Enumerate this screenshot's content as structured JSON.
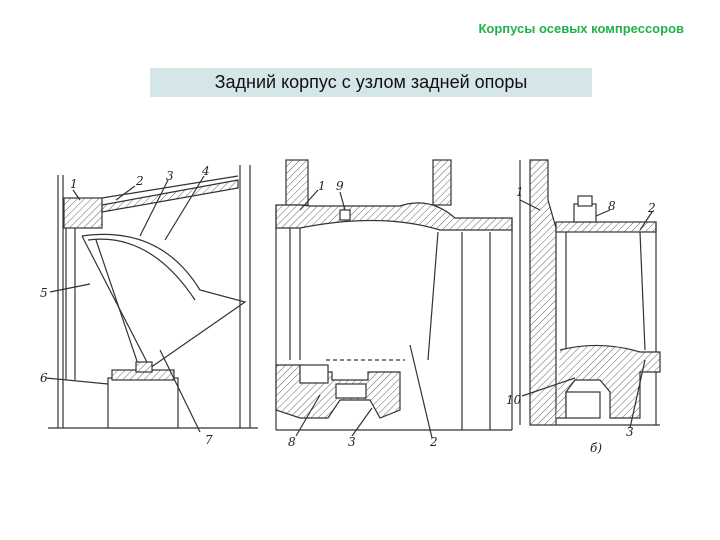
{
  "header": {
    "subject": "Корпусы осевых компрессоров"
  },
  "title": "Задний корпус с узлом задней опоры",
  "figure": {
    "left_labels": [
      "1",
      "2",
      "3",
      "4",
      "5",
      "6",
      "7"
    ],
    "middle_labels": [
      "1",
      "9",
      "8",
      "3",
      "2"
    ],
    "right_labels": [
      "1",
      "8",
      "2",
      "10",
      "3"
    ],
    "right_caption": "б)"
  }
}
